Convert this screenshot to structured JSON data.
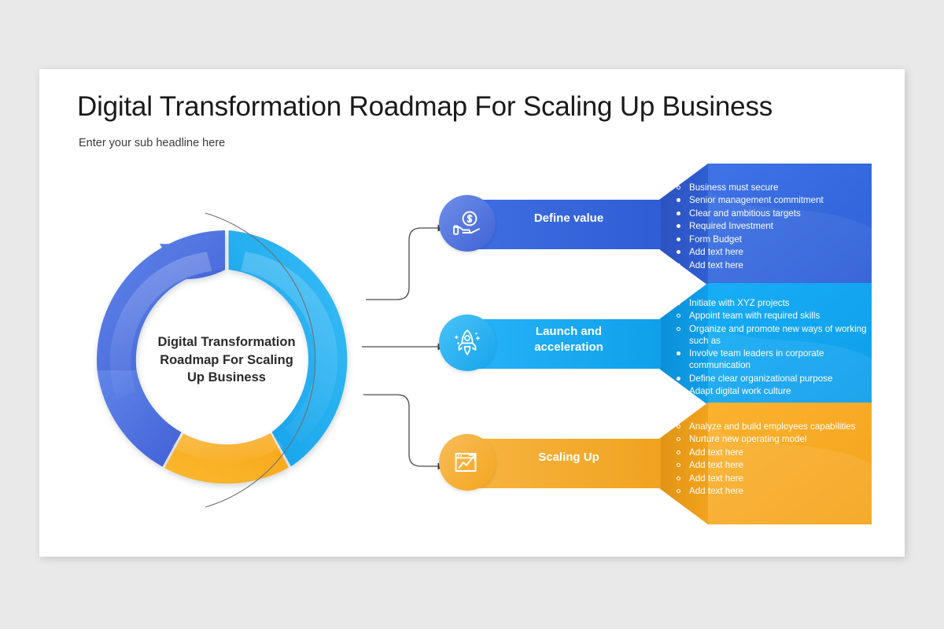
{
  "slide": {
    "title": "Digital Transformation Roadmap For Scaling Up Business",
    "subtitle": "Enter your sub headline here",
    "background_color": "#e9e9e9",
    "card_color": "#ffffff"
  },
  "donut": {
    "center_text_lines": [
      "Digital Transformation",
      "Roadmap For Scaling",
      "Up Business"
    ],
    "segments": [
      {
        "name": "define-value",
        "color": "#4a6fe0",
        "start_deg": 240,
        "end_deg": 357
      },
      {
        "name": "launch-acceleration",
        "color": "#29ade6",
        "start_deg": 3,
        "end_deg": 118
      },
      {
        "name": "scaling-up",
        "color": "#f9ad28",
        "start_deg": 124,
        "end_deg": 236
      }
    ]
  },
  "steps": [
    {
      "id": "define-value",
      "label": "Define value",
      "icon": "hand-holding-coin-icon",
      "tab_color": "#3a63d8",
      "wedge_color": "#2b4fc0",
      "panel_color": "#3469e0",
      "panel_color_dark": "#2d5ad2",
      "bullets": [
        {
          "text": "Business must secure",
          "marker": "hollow"
        },
        {
          "text": "Senior management commitment",
          "marker": "solid"
        },
        {
          "text": "Clear and ambitious targets",
          "marker": "solid"
        },
        {
          "text": "Required Investment",
          "marker": "solid"
        },
        {
          "text": "Form Budget",
          "marker": "solid"
        },
        {
          "text": "Add text here",
          "marker": "solid"
        },
        {
          "text": "Add text here",
          "marker": "solid"
        }
      ]
    },
    {
      "id": "launch-acceleration",
      "label": "Launch and\nacceleration",
      "icon": "rocket-icon",
      "tab_color": "#19a8ef",
      "wedge_color": "#0d93da",
      "panel_color": "#12a9f5",
      "panel_color_dark": "#0d9ae5",
      "bullets": [
        {
          "text": "Initiate with XYZ projects",
          "marker": "hollow"
        },
        {
          "text": "Appoint team with required skills",
          "marker": "hollow"
        },
        {
          "text": "Organize and promote new ways of working such as",
          "marker": "hollow"
        },
        {
          "text": " Involve team leaders in corporate communication",
          "marker": "solid"
        },
        {
          "text": "Define clear organizational purpose",
          "marker": "solid"
        },
        {
          "text": "Adapt digital work culture",
          "marker": "solid"
        }
      ]
    },
    {
      "id": "scaling-up",
      "label": "Scaling Up",
      "icon": "growth-chart-icon",
      "tab_color": "#f0a422",
      "wedge_color": "#e09415",
      "panel_color": "#f9ad28",
      "panel_color_dark": "#eda01c",
      "bullets": [
        {
          "text": "Analyze and build employees capabilities",
          "marker": "hollow"
        },
        {
          "text": "Nurture new operating model",
          "marker": "hollow"
        },
        {
          "text": "Add text here",
          "marker": "hollow"
        },
        {
          "text": "Add text here",
          "marker": "hollow"
        },
        {
          "text": "Add text here",
          "marker": "hollow"
        },
        {
          "text": "Add text here",
          "marker": "hollow"
        }
      ]
    }
  ]
}
